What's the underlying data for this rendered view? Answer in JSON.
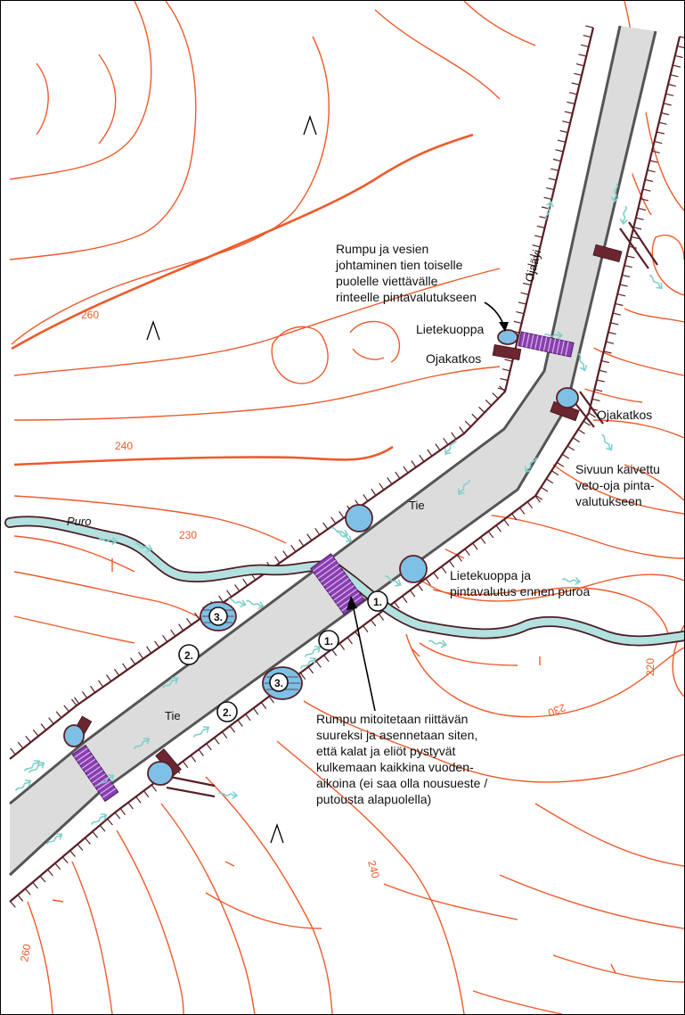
{
  "colors": {
    "contour": "#ee5a2b",
    "road_surface": "#dcdcdc",
    "road_edge": "#555555",
    "ditch_edge": "#5a1f26",
    "water": "#b3e1df",
    "settling_pit": "#7ec0e6",
    "culvert": "#8a3fb0",
    "ditch_check": "#6b2630"
  },
  "icons": [
    "north-arrow-icon",
    "flow-arrow-icon",
    "settling-pit-icon",
    "culvert-icon",
    "ditch-check-icon"
  ],
  "contour_labels": {
    "c260_top": "260",
    "c240_mid": "240",
    "c230_left": "230",
    "c230_right": "230",
    "c220": "220",
    "c240_bottom": "240",
    "c260_bottom": "260"
  },
  "labels": {
    "stream": "Puro",
    "road_upper": "Tie",
    "road_lower": "Tie",
    "side_ditch": "Ojaäyi",
    "settling_pit_top": "Lietekuoppa",
    "ditch_check_left": "Ojakatkos",
    "ditch_check_right": "Ojakatkos"
  },
  "annotations": {
    "culvert_top": [
      "Rumpu ja vesien",
      "johtaminen tien toiselle",
      "puolelle viettävälle",
      "rinteelle pintavalutukseen"
    ],
    "side_ditch": [
      "Sivuun kaivettu",
      "veto-oja pinta-",
      "valutukseen"
    ],
    "pit_before_stream": [
      "Lietekuoppa ja",
      "pintavalutus ennen puroa"
    ],
    "stream_culvert": [
      "Rumpu mitoitetaan riittävän",
      "suureksi ja asennetaan siten,",
      "että kalat ja eliöt pystyvät",
      "kulkemaan kaikkina vuoden-",
      "aikoina (ei saa olla nousueste /",
      "putousta alapuolella)"
    ]
  },
  "markers": {
    "m1_right": "1.",
    "m1_road": "1.",
    "m2_upper": "2.",
    "m2_lower": "2.",
    "m3_upper": "3.",
    "m3_lower": "3."
  }
}
